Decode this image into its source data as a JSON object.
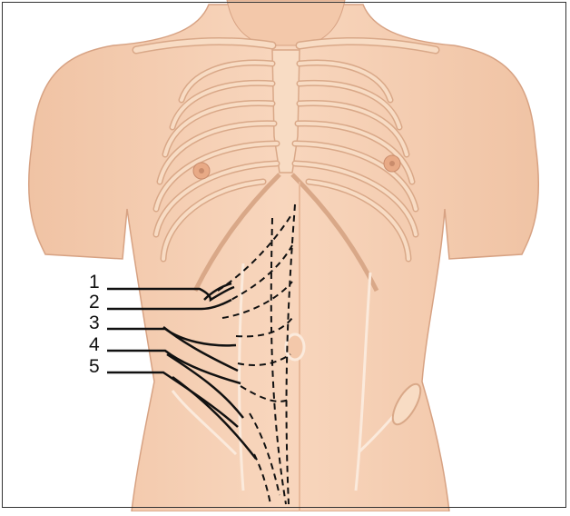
{
  "figure": {
    "labels": [
      "1",
      "2",
      "3",
      "4",
      "5"
    ],
    "colors": {
      "skin": "#f5cdb0",
      "skin_shadow": "#eab493",
      "bone": "#f8dcc4",
      "bone_outline": "#d9a888",
      "nerve_line": "#111111",
      "background": "#ffffff"
    }
  }
}
